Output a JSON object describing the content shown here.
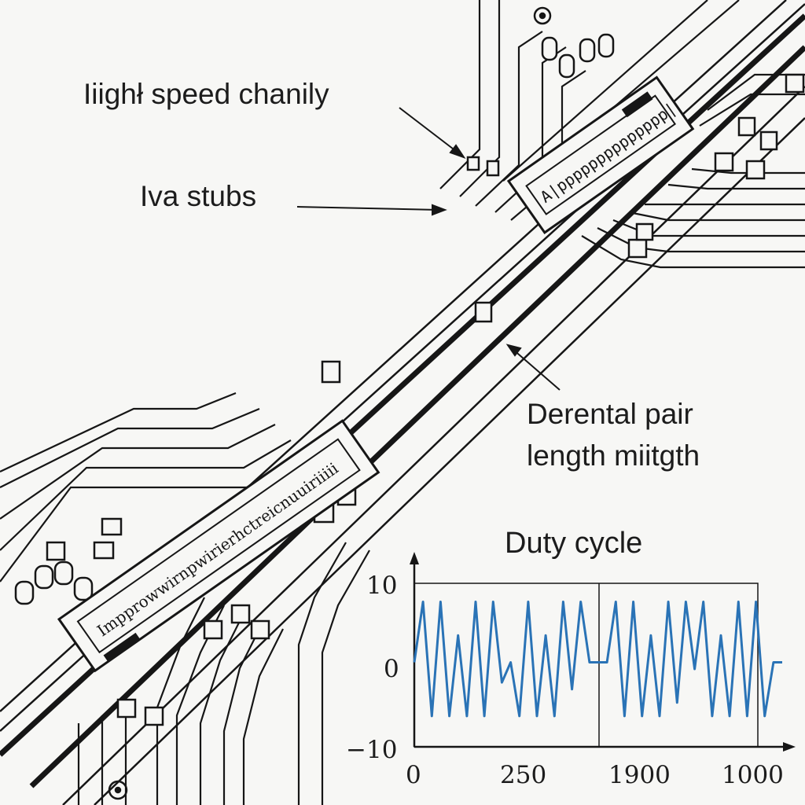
{
  "annotations": {
    "high_speed": "Iiighł speed chanily",
    "via_stubs": "Iva stubs",
    "diff_pair_line1": "Derental pair",
    "diff_pair_line2": "length miitgth"
  },
  "chips": {
    "upper_marking": "А|рррррррррррррр|",
    "lower_marking": "Impprowwirnpwirierhctreicnuuiriiiii"
  },
  "colors": {
    "trace": "#161616",
    "waveform": "#2a73b6",
    "background": "#f7f7f5"
  },
  "chart_data": {
    "type": "line",
    "title": "Duty cycle",
    "xlabel": "",
    "ylabel": "",
    "x_tick_labels": [
      "0",
      "250",
      "1900",
      "1000"
    ],
    "y_tick_labels": [
      "10",
      "0",
      "−10"
    ],
    "ylim": [
      -10,
      10
    ],
    "grid": false,
    "series": [
      {
        "values": [
          0,
          9,
          -8,
          9,
          -8,
          4,
          -8,
          9,
          -8,
          9,
          -3,
          0,
          -8,
          9,
          -8,
          4,
          -8,
          9,
          -4,
          9,
          0,
          0,
          0,
          9,
          -8,
          9,
          -8,
          4,
          -8,
          9,
          -6,
          9,
          -1,
          9,
          -8,
          4,
          -8,
          9,
          -8,
          9,
          -8,
          0,
          0
        ]
      }
    ]
  }
}
